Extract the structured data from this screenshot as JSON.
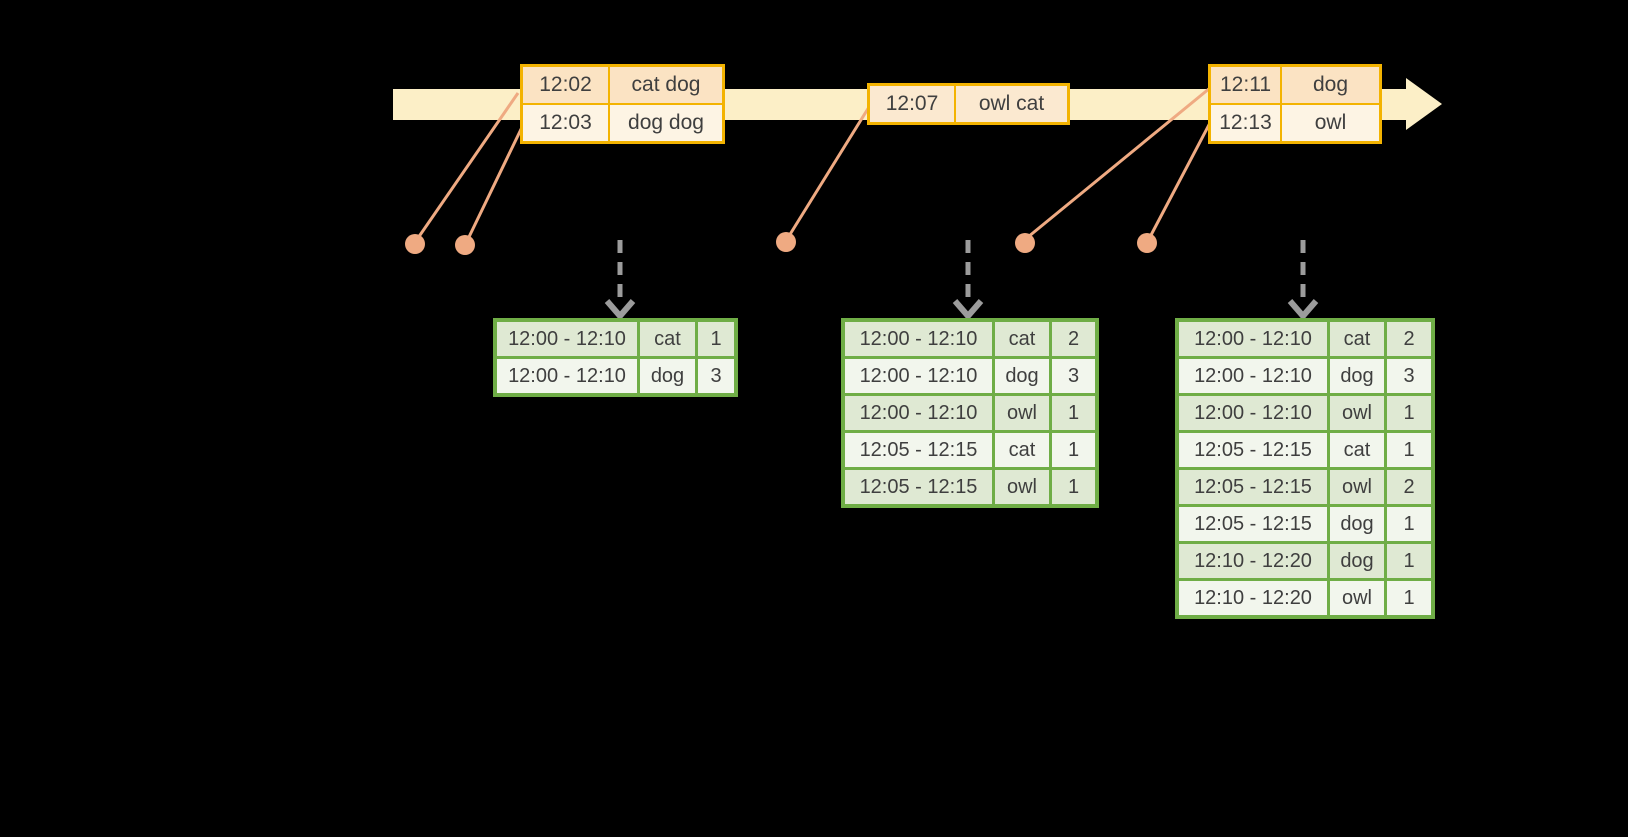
{
  "colors": {
    "background": "#000000",
    "band": "#fcefc7",
    "event-border": "#f3b301",
    "event-row-dark": "#fbe3c3",
    "event-row-light": "#fdf4e4",
    "event-row-mid": "#fbe9d0",
    "connector": "#efaa82",
    "dashed-arrow": "#9c9c9c",
    "result-border": "#6fad46",
    "result-row-dark": "#dfe9d3",
    "result-row-light": "#f2f6ed",
    "text": "#3f3f3f"
  },
  "timeline": {
    "events": [
      {
        "rows": [
          {
            "time": "12:02",
            "words": "cat dog"
          },
          {
            "time": "12:03",
            "words": "dog dog"
          }
        ]
      },
      {
        "rows": [
          {
            "time": "12:07",
            "words": "owl cat"
          }
        ]
      },
      {
        "rows": [
          {
            "time": "12:11",
            "words": "dog"
          },
          {
            "time": "12:13",
            "words": "owl"
          }
        ]
      }
    ]
  },
  "results": [
    {
      "rows": [
        [
          "12:00 - 12:10",
          "cat",
          "1"
        ],
        [
          "12:00 - 12:10",
          "dog",
          "3"
        ]
      ]
    },
    {
      "rows": [
        [
          "12:00 - 12:10",
          "cat",
          "2"
        ],
        [
          "12:00 - 12:10",
          "dog",
          "3"
        ],
        [
          "12:00 - 12:10",
          "owl",
          "1"
        ],
        [
          "12:05 - 12:15",
          "cat",
          "1"
        ],
        [
          "12:05 - 12:15",
          "owl",
          "1"
        ]
      ]
    },
    {
      "rows": [
        [
          "12:00 - 12:10",
          "cat",
          "2"
        ],
        [
          "12:00 - 12:10",
          "dog",
          "3"
        ],
        [
          "12:00 - 12:10",
          "owl",
          "1"
        ],
        [
          "12:05 - 12:15",
          "cat",
          "1"
        ],
        [
          "12:05 - 12:15",
          "owl",
          "2"
        ],
        [
          "12:05 - 12:15",
          "dog",
          "1"
        ],
        [
          "12:10 - 12:20",
          "dog",
          "1"
        ],
        [
          "12:10 - 12:20",
          "owl",
          "1"
        ]
      ]
    }
  ]
}
